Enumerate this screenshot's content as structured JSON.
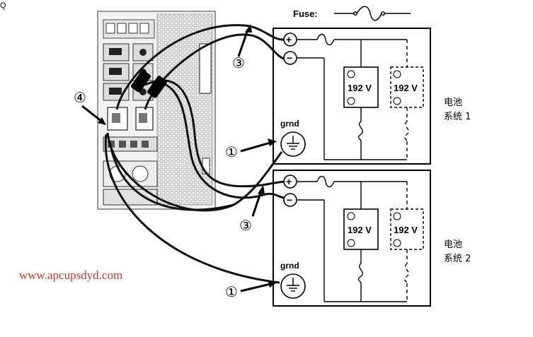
{
  "corner_mark": "Q",
  "legend": {
    "label": "Fuse:",
    "symbol_icon": "fuse-icon"
  },
  "ups_unit": {
    "icon": "ups-rear-panel-icon"
  },
  "battery_systems": [
    {
      "name": "电池\n系统 1",
      "name_line1": "电池",
      "name_line2": "系统 1",
      "positive": "+",
      "negative": "−",
      "ground_label": "grnd",
      "battery_label": "192 V",
      "optional_battery_label": "192 V"
    },
    {
      "name": "电池\n系统 2",
      "name_line1": "电池",
      "name_line2": "系统 2",
      "positive": "+",
      "negative": "−",
      "ground_label": "grnd",
      "battery_label": "192 V",
      "optional_battery_label": "192 V"
    }
  ],
  "callouts": {
    "ground": "①",
    "dc_cable": "③",
    "breaker": "④"
  },
  "watermark": "www.apcupsdyd.com"
}
